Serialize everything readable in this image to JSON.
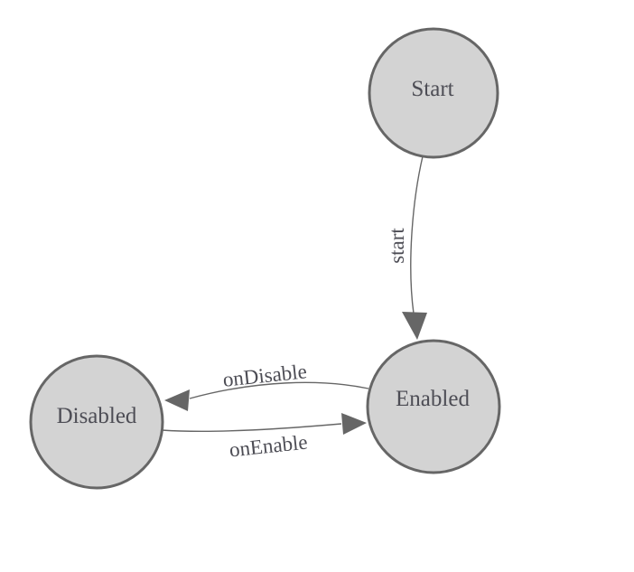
{
  "diagram": {
    "type": "state-machine",
    "background_color": "#ffffff",
    "node_fill_color": "#d3d3d3",
    "node_border_color": "#666666",
    "edge_color": "#666666",
    "arrow_color": "#666666",
    "text_color": "#4d4d55",
    "states": [
      {
        "id": "start",
        "label": "Start"
      },
      {
        "id": "enabled",
        "label": "Enabled"
      },
      {
        "id": "disabled",
        "label": "Disabled"
      }
    ],
    "transitions": [
      {
        "id": "start",
        "label": "start",
        "from": "Start",
        "to": "Enabled"
      },
      {
        "id": "onDisable",
        "label": "onDisable",
        "from": "Enabled",
        "to": "Disabled"
      },
      {
        "id": "onEnable",
        "label": "onEnable",
        "from": "Disabled",
        "to": "Enabled"
      }
    ]
  }
}
